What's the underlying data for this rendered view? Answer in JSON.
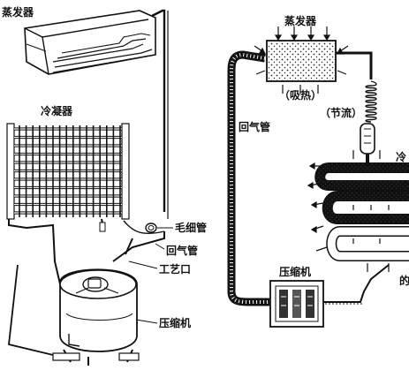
{
  "left": {
    "evaporator": "蒸发器",
    "condenser": "冷凝器",
    "capillary": "毛细管",
    "return_pipe": "回气管",
    "process_port": "工艺口",
    "compressor": "压缩机"
  },
  "right": {
    "evaporator": "蒸发器",
    "absorb_heat": "（吸热）",
    "throttle": "（节流）",
    "return_pipe": "回气管",
    "compressor": "压缩机",
    "cut_text_1": "冷",
    "cut_text_2": "的"
  }
}
